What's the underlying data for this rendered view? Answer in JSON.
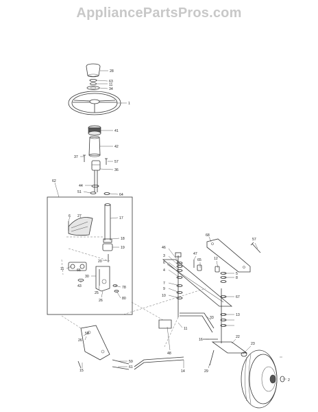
{
  "watermark": "AppliancePartsPros.com",
  "labels": {
    "l28": "28",
    "l63": "63",
    "l11": "11",
    "l34": "34",
    "l1": "1",
    "l41": "41",
    "l42": "42",
    "l37": "37",
    "l57": "57",
    "l36": "36",
    "l44": "44",
    "l51": "51",
    "l64": "64",
    "l62": "62",
    "l6": "6",
    "l27": "27",
    "l17": "17",
    "l18": "18",
    "l19": "19",
    "l20": "20",
    "l11b": "11",
    "l66": "66",
    "l43": "43",
    "l30": "30",
    "l25": "25",
    "l26": "26",
    "l78": "78",
    "l80": "80",
    "l68": "68",
    "l57b": "57",
    "l46": "46",
    "l3": "3",
    "l6b": "6",
    "l4": "4",
    "l47": "47",
    "l65": "65",
    "l12": "12",
    "l5": "5",
    "l8": "8",
    "l7": "7",
    "l9": "9",
    "l10": "10",
    "l67": "67",
    "l33": "33",
    "l13": "13",
    "l48": "48",
    "l11c": "11",
    "l22": "22",
    "l16": "16",
    "l29": "29",
    "l23": "23",
    "l14": "14",
    "l2": "2",
    "l58": "58",
    "l26b": "26",
    "l15": "15",
    "l59": "59",
    "l61": "61"
  }
}
